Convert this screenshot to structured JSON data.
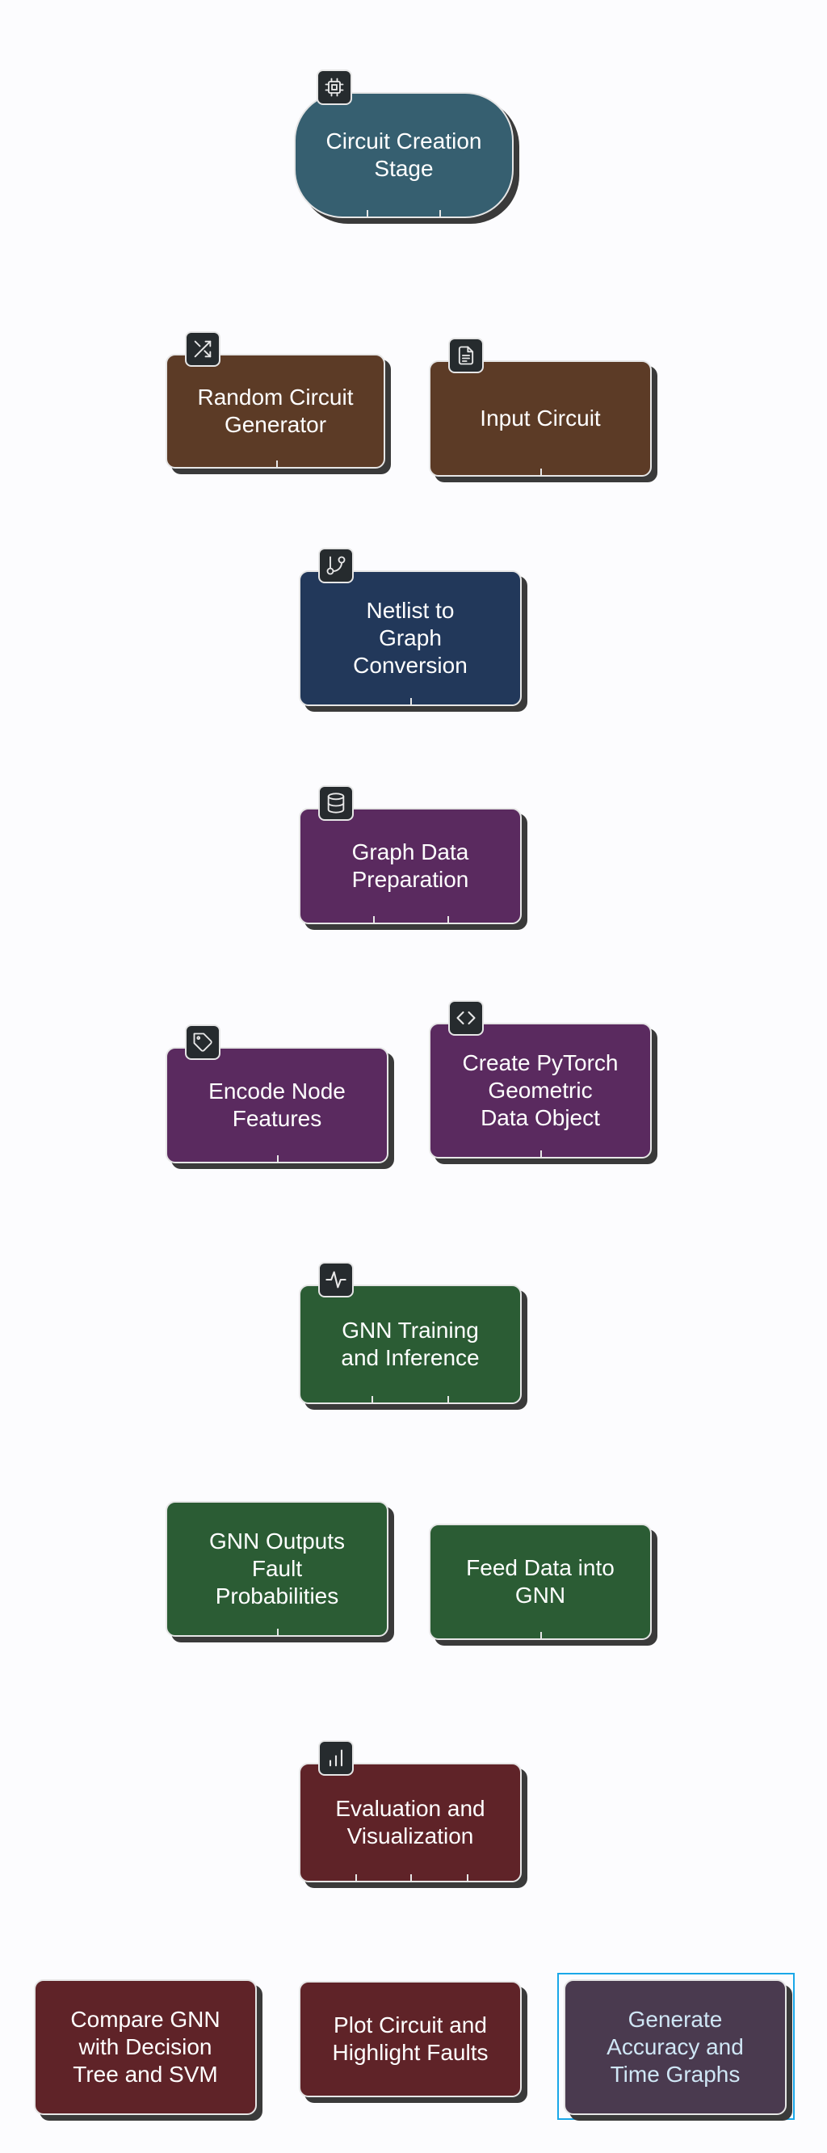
{
  "colors": {
    "teal": "#365f70",
    "brown": "#5c3b26",
    "navy": "#22385a",
    "purple": "#5a2a5f",
    "green": "#2b5c34",
    "red": "#5f2328",
    "selected": "#4a3a4f",
    "selection_outline": "#1aa7e8"
  },
  "nodes": {
    "circuit_creation": {
      "label": "Circuit Creation\nStage",
      "icon": "chip-icon"
    },
    "random_circuit": {
      "label": "Random Circuit\nGenerator",
      "icon": "shuffle-icon"
    },
    "input_circuit": {
      "label": "Input Circuit",
      "icon": "document-icon"
    },
    "netlist_graph": {
      "label": "Netlist to\nGraph\nConversion",
      "icon": "git-branch-icon"
    },
    "graph_prep": {
      "label": "Graph Data\nPreparation",
      "icon": "database-icon"
    },
    "encode_node": {
      "label": "Encode Node\nFeatures",
      "icon": "tag-icon"
    },
    "pytorch_obj": {
      "label": "Create PyTorch\nGeometric\nData Object",
      "icon": "code-icon"
    },
    "gnn_training": {
      "label": "GNN Training\nand Inference",
      "icon": "activity-icon"
    },
    "gnn_outputs": {
      "label": "GNN Outputs\nFault\nProbabilities"
    },
    "feed_data": {
      "label": "Feed Data into\nGNN"
    },
    "evaluation": {
      "label": "Evaluation and\nVisualization",
      "icon": "bar-chart-icon"
    },
    "compare": {
      "label": "Compare GNN\nwith Decision\nTree and SVM"
    },
    "plot_circuit": {
      "label": "Plot Circuit and\nHighlight Faults"
    },
    "generate_graphs": {
      "label": "Generate\nAccuracy and\nTime Graphs"
    }
  }
}
